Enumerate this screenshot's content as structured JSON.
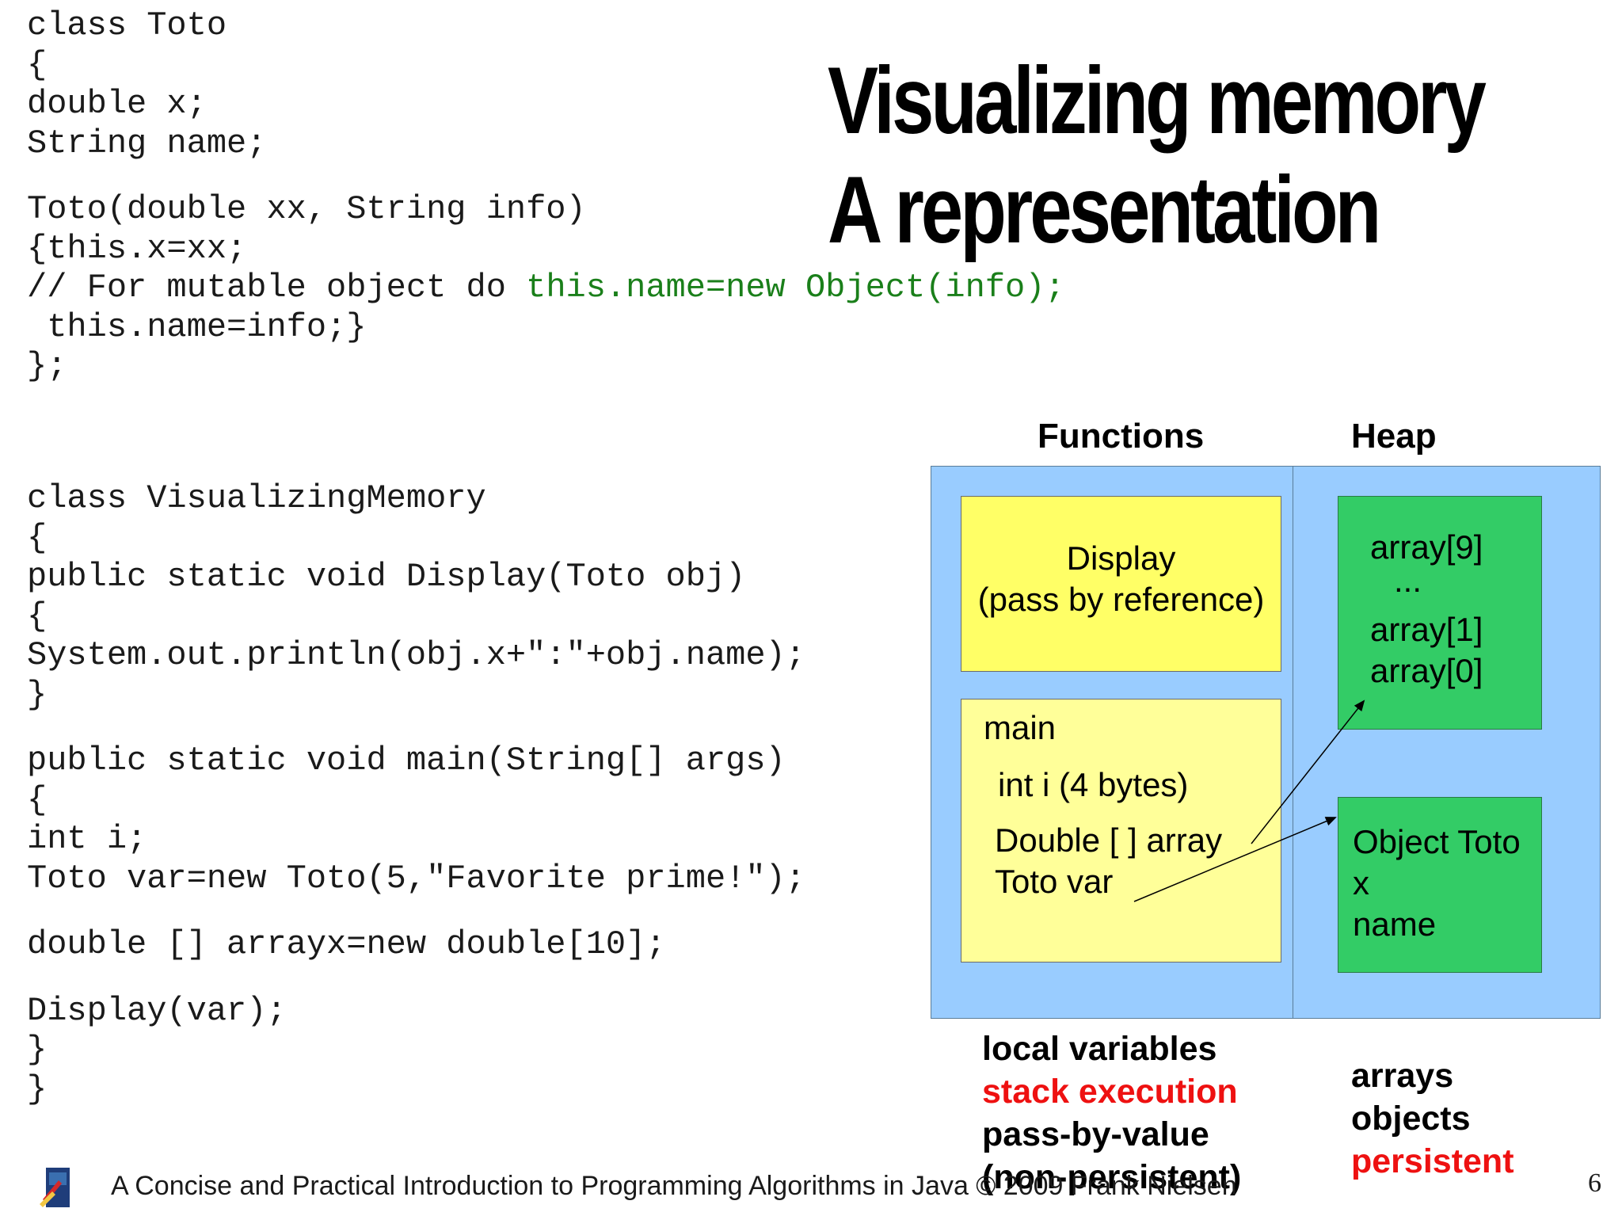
{
  "title": {
    "line1": "Visualizing memory",
    "line2": "A representation"
  },
  "code_top": [
    {
      "text": "class Toto"
    },
    {
      "text": "{"
    },
    {
      "text": "double x;"
    },
    {
      "text": "String name;"
    },
    {
      "text": "",
      "gap": true
    },
    {
      "text": "Toto(double xx, String info)"
    },
    {
      "text": "{this.x=xx;"
    },
    {
      "text": "// For mutable object do ",
      "green": "this.name=new Object(info);"
    },
    {
      "text": " this.name=info;}"
    },
    {
      "text": "};"
    }
  ],
  "code_bottom": [
    {
      "text": "class VisualizingMemory"
    },
    {
      "text": "{"
    },
    {
      "text": "public static void Display(Toto obj)"
    },
    {
      "text": "{"
    },
    {
      "text": "System.out.println(obj.x+\":\"+obj.name);"
    },
    {
      "text": "}"
    },
    {
      "text": "",
      "gap": true
    },
    {
      "text": "public static void main(String[] args)"
    },
    {
      "text": "{"
    },
    {
      "text": "int i;"
    },
    {
      "text": "Toto var=new Toto(5,\"Favorite prime!\");"
    },
    {
      "text": "",
      "gap": true
    },
    {
      "text": "double [] arrayx=new double[10];"
    },
    {
      "text": "",
      "gap": true
    },
    {
      "text": "Display(var);"
    },
    {
      "text": "}"
    },
    {
      "text": "}"
    }
  ],
  "diagram": {
    "functions_header": "Functions",
    "heap_header": "Heap",
    "display_box": {
      "line1": "Display",
      "line2": "(pass by reference)"
    },
    "main_box": {
      "label": "main",
      "var1": "int i (4 bytes)",
      "var2": "Double [ ] array",
      "var3": "Toto var"
    },
    "array_box": {
      "line1": "array[9]",
      "line2": "...",
      "line3": "array[1]",
      "line4": "array[0]"
    },
    "object_box": {
      "line1": "Object Toto",
      "line2": "x",
      "line3": "name"
    },
    "stack_legend": {
      "line1": "local variables",
      "line2": "stack execution",
      "line3": "pass-by-value",
      "line4": "(non-persistent)"
    },
    "heap_legend": {
      "line1": "arrays",
      "line2": "objects",
      "line3": "persistent"
    }
  },
  "colors": {
    "panel": "#99ccff",
    "display_box": "#ffff66",
    "main_box": "#ffff99",
    "heap_box": "#33cc66",
    "highlight_red": "#ee1111",
    "code_green": "#1a7f1a"
  },
  "footer": {
    "text": "A Concise and Practical Introduction to Programming Algorithms in Java © 2009 Frank Nielsen",
    "page_number": "6",
    "logo_icon": "ecole-polytechnique-logo-icon"
  }
}
